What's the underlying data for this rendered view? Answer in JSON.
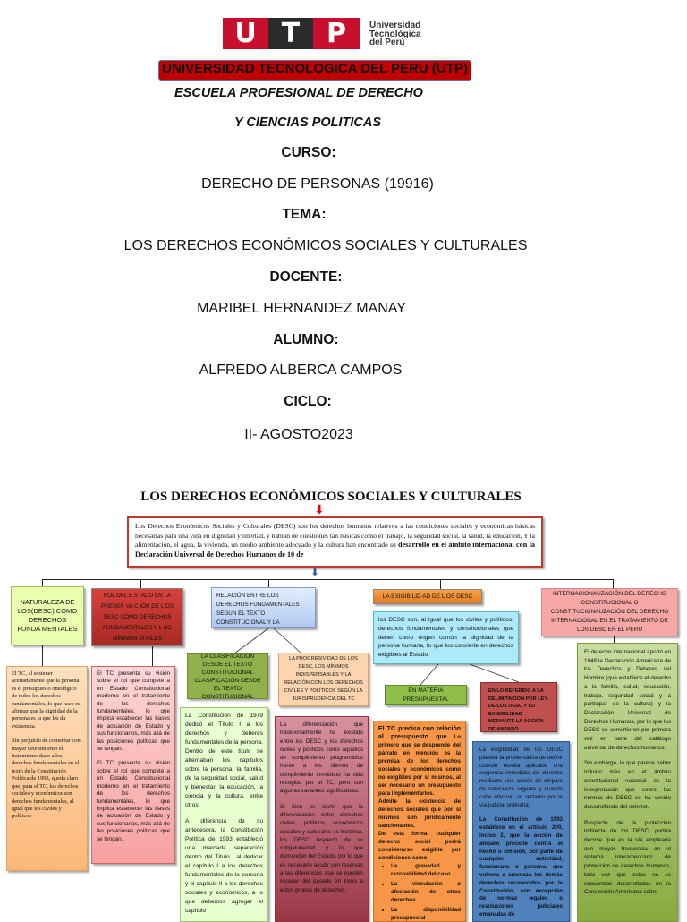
{
  "logo": {
    "letters": [
      "U",
      "T",
      "P"
    ],
    "text_lines": [
      "Universidad",
      "Tecnológica",
      "del Perú"
    ],
    "colors": {
      "red": "#c8102e",
      "dark": "#2b2b2b"
    }
  },
  "cover": {
    "university": "UNIVERSIDAD TECNOLOGICA DEL PERU (UTP)",
    "school_line1": "ESCUELA PROFESIONAL DE DERECHO",
    "school_line2": "Y CIENCIAS POLITICAS",
    "course_label": "CURSO:",
    "course": "DERECHO DE PERSONAS (19916)",
    "topic_label": "TEMA:",
    "topic": "LOS DERECHOS ECONÓMICOS SOCIALES Y CULTURALES",
    "teacher_label": "DOCENTE:",
    "teacher": "MARIBEL HERNANDEZ MANAY",
    "student_label": "ALUMNO:",
    "student": "ALFREDO ALBERCA CAMPOS",
    "cycle_label": "CICLO:",
    "cycle": "II- AGOSTO2023"
  },
  "map": {
    "title": "LOS DERECHOS ECONÓMICOS SOCIALES Y CULTURALES",
    "intro": "Los Derechos Económicos Sociales y Culturales (DESC) son los derechos humanos relativos a las condiciones sociales y económicas básicas necesarias para una vida en dignidad y libertad, y hablan de cuestiones tan básicas como el trabajo, la seguridad social, la salud, la educación, Y la alimentación, el agua, la vivienda, un medio ambiente adecuado y la cultura han encontrado su",
    "intro_bold": "desarrollo en el ámbito internacional con la Declaración Universal de Derechos Humanos de 10 de",
    "branches": {
      "naturaleza": "NATURALEZA DE LOS(DESC) COMO DERECHOS FUNDA MENTALES",
      "rol": "ROL DEL E STADO EN LA PRESER VA C IÓN DE L OS DESC COMO DERECHOS FUNDAMENTALES Y L OS MÍNIMOS VITALES",
      "relacion": "RELACIÓN ENTRE LOS DERECHOS FUNDAMENTALES SEGÚN EL TEXTO CONSTITUCIONAL Y LA JURISPRUDENCIA",
      "exigibilidad": "LA EXIGIBILID AD DE L OS DESC",
      "internacional": "INTERNACIONAUZACIÓN DEL DERECHO CONSTITUCIONAL O CONSTITUCIONAUZACIÓN DEL DERECHO INTERNACIONAL EN EL TRATAMIENTO DE LOS DESC EN EL PERÚ"
    },
    "exig_desc": "los DESC son, al igual que los civiles y políticos, derechos fundamentales y constitucionales que tienen como origen común la dignidad de la persona humana, lo que los convierte en derechos exigibles al Estado.",
    "naturaleza_text": [
      "El TC, al sostener acertadamente que la persona es el presupuesto ontológico de todos los derechos fundamentales, lo que hace es afirmar que la dignidad de la persona es la que les da existencia.",
      "Sin perjuicio de comentar con mayor detenimiento el tratamiento dado a los derechos fundamentales en el texto de la Constitución Política de 1993, queda claro que, para el TC, los derechos sociales y económicos son derechos fundamentales, al igual que los civiles y políticos"
    ],
    "rol_text": [
      "El TC presenta su visión sobre el rol que compete a un Estado Constitucional moderno en el tratamiento de los derechos fundamentales, lo que implica establecer las bases de actuación de Estado y sus funcionarios, más allá de las posiciones políticas que se tengan.",
      "El TC presenta su visión sobre el rol que compete a un Estado Constitucional moderno en el tratamiento de los derechos fundamentales, lo que implica establecer las bases de actuación de Estado y sus funcionarios, más allá de las posiciones políticas que se tengan."
    ],
    "clasificacion": "LA CLASIFICACIÓN DESDE EL TEXTO CONSTITUCIONAL CLASIFICACIÓN DESDE EL TEXTO CONSTITUCIONAL",
    "progresividad": "LA PROGRESIVIDAD DE LOS DESC, LOS MÍNIMOS INDISPENSABLES Y LA RELACIÓN CON LOS DERECHOS CIVILES Y POLÍTICOS SEGÚN LA JURISPRUDENCIA DEL TC",
    "clasificacion_text": [
      "La Constitución de 1979 dedicó el Título I a los derechos y deberes fundamentales de la persona. Dentro de este título se alternaban los capítulos sobre la persona, la familia, de la seguridad social, salud y bienestar, la educación, la ciencia y la cultura, entre otros.",
      "A diferencia de su antecesora, la Constitución Política de 1993 estableció una marcada separación dentro del Título I al dedicar el capítulo I a los derechos fundamentales de la persona y el capítulo II a los derechos sociales y económicos, a lo que debemos agregar el capítulo"
    ],
    "progresividad_text": [
      "La diferenciación que tradicionalmente ha existido entre los DESC y los derechos civiles y políticos como aquellos de cumplimiento programático frente a los últimos de cumplimiento inmediato ha sido recogida por el TC, pero con algunas variantes significativas.",
      "Si bien es cierto que la diferenciación entre derechos civiles, políticos, económicos sociales y culturales es histórica, los DESC respecto de su obligatoriedad y lo que demandan del Estado, por lo que es necesario acudir con reservas a las diferencias que se pueden recoger del pasado en torno a estos grupos de derechos."
    ],
    "presupuestal": "EN MATERIA PRESUPUESTAL",
    "amparo": "EN LO REFERIDO A LA DELIMITACIÓN POR LEY DE LOS DESC Y SU EXIGIBILIDAD MEDIANTE LA ACCIÓN DE AMPARO",
    "presupuestal_text": {
      "lead": "El TC precisa con relación al presupuesto que",
      "p1": "Lo primero que se desprende del párrafo en mención es la premisa de los derechos sociales y económicos como no exigibles por sí mismos, al ser necesario un presupuesto para implementarlos.",
      "p2": "Admite la existencia de derechos sociales que por sí mismos son jurídicamente sancionables.",
      "p3": "De esta forma, cualquier derecho social podrá considerarse exigible por condiciones como:",
      "bullets": [
        "La gravedad y razonabilidad del caso.",
        "La vinculación o afectación de otros derechos.",
        "La disponibilidad presupuestal"
      ]
    },
    "amparo_text": [
      "La exigibilidad de los DESC plantea la problemática de definir cuándo resulta aplicable una exigencia inmediata del derecho mediante una acción de amparo de naturaleza urgente y cuando cabe efectuar un reclamo por la vía judicial ordinaria.",
      "La Constitución de 1993 establece en el artículo 200, inciso 2, que la acción de amparo procede contra el hecho u omisión, por parte de cualquier autoridad, funcionario o persona, que vulnera o amenaza los demás derechos reconocidos por la Constitución, con excepción de normas legales o resoluciones judiciales emanadas de"
    ],
    "internacional_text": [
      "El derecho internacional aportó en 1948 la Declaración Americana de los Derechos y Deberes del Hombre (que establece el derecho a la familia, salud, educación, trabajo, seguridad social y a participar de la cultura) y la Declaración Universal de Derechos Humanos, por lo que los DESC se convirtieron por primera vez en parte del catálogo universal de derechos humanos.",
      "Sin embargo, lo que parece haber influido más en el ámbito constitucional nacional es la interpretación que sobre las normas de DESC se ha venido desarrollando del exterior.",
      "Respecto de la protección indirecta de los DESC, podría decirse que es la vía empleada con mayor frecuencia en el sistema interamericano de protección de derechos humanos, toda vez que estos no se encuentran desarrollados en la Convención Americana sobre"
    ]
  }
}
